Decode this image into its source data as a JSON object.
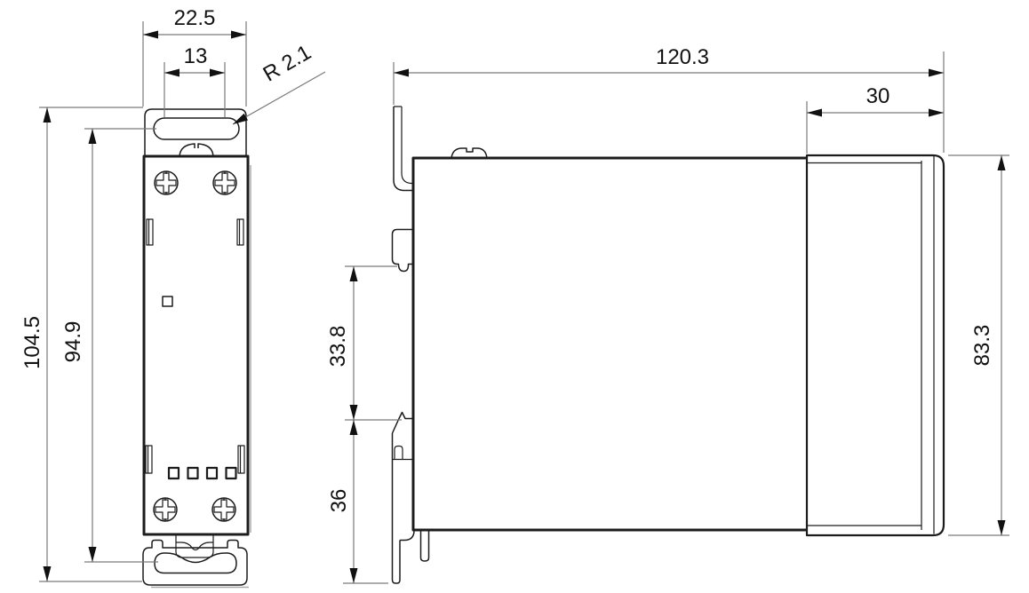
{
  "drawing": {
    "background_color": "#ffffff",
    "line_color": "#1c1c1c",
    "dim_line_color": "#7a7a7a",
    "text_color": "#111111"
  },
  "dims": {
    "front_width": "22.5",
    "front_slot_width": "13",
    "front_slot_radius": "R 2.1",
    "front_height": "104.5",
    "front_mount_span": "94.9",
    "side_width": "120.3",
    "side_cover_width": "30",
    "side_cover_height": "83.3",
    "side_din_upper": "33.8",
    "side_din_lower": "36"
  }
}
